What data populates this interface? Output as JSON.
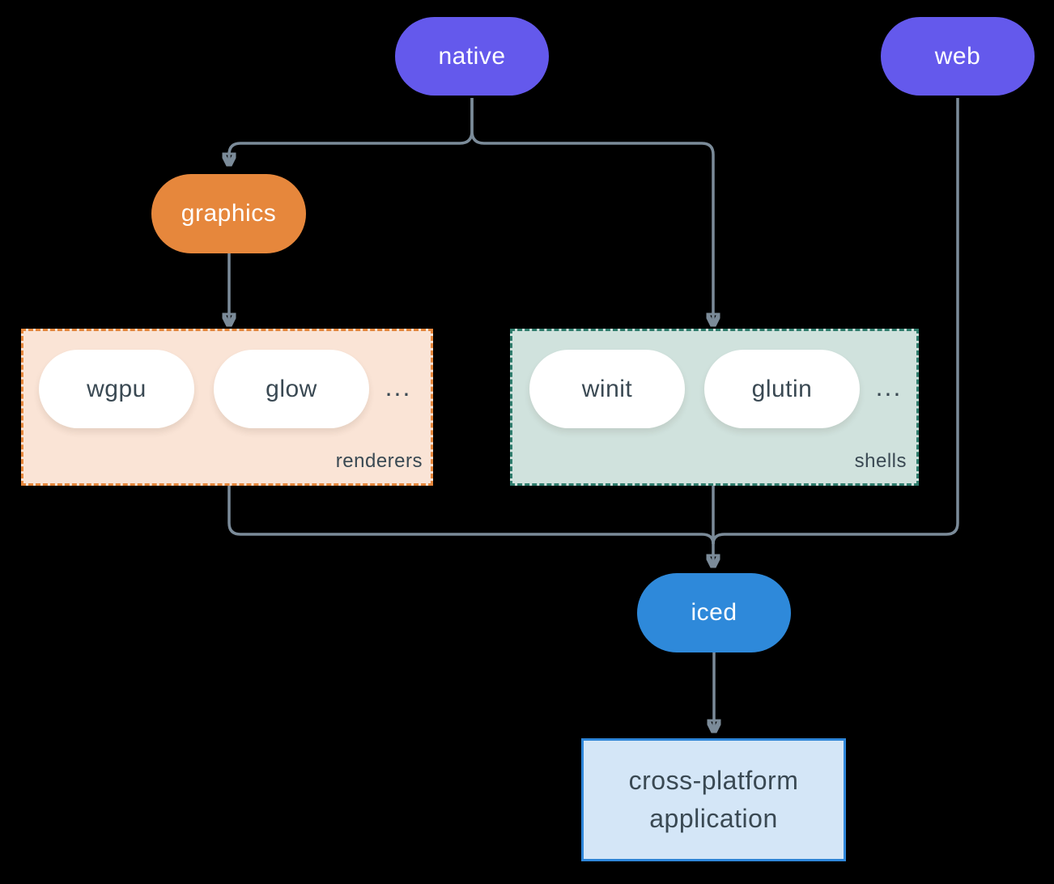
{
  "colors": {
    "background": "#000000",
    "purple": "#6459EC",
    "orange": "#E6873C",
    "blue": "#2E89DA",
    "line": "#7B8B99",
    "ink": "#3A4953",
    "white": "#FFFFFF",
    "renderers-bg": "#FAE4D6",
    "renderers-border": "#E6873C",
    "shells-bg": "#D0E2DD",
    "shells-border": "#2F7D6D",
    "app-bg": "#D4E6F7",
    "app-border": "#2E86D9"
  },
  "nodes": {
    "native": "native",
    "web": "web",
    "graphics": "graphics",
    "iced": "iced"
  },
  "groups": {
    "renderers": {
      "label": "renderers",
      "items": [
        "wgpu",
        "glow"
      ],
      "ellipsis": "..."
    },
    "shells": {
      "label": "shells",
      "items": [
        "winit",
        "glutin"
      ],
      "ellipsis": "..."
    }
  },
  "app": {
    "line1": "cross-platform",
    "line2": "application"
  }
}
